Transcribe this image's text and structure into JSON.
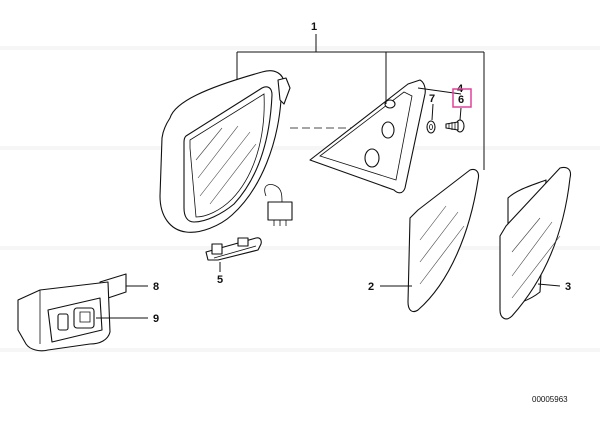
{
  "diagram": {
    "callouts": [
      {
        "id": "1",
        "label": "1"
      },
      {
        "id": "2",
        "label": "2"
      },
      {
        "id": "3",
        "label": "3"
      },
      {
        "id": "4",
        "label": "4"
      },
      {
        "id": "5",
        "label": "5"
      },
      {
        "id": "6",
        "label": "6",
        "highlighted": true
      },
      {
        "id": "7",
        "label": "7"
      },
      {
        "id": "8",
        "label": "8"
      },
      {
        "id": "9",
        "label": "9"
      }
    ],
    "highlight_color": "#e0409a",
    "catalog_number": "00005963"
  }
}
